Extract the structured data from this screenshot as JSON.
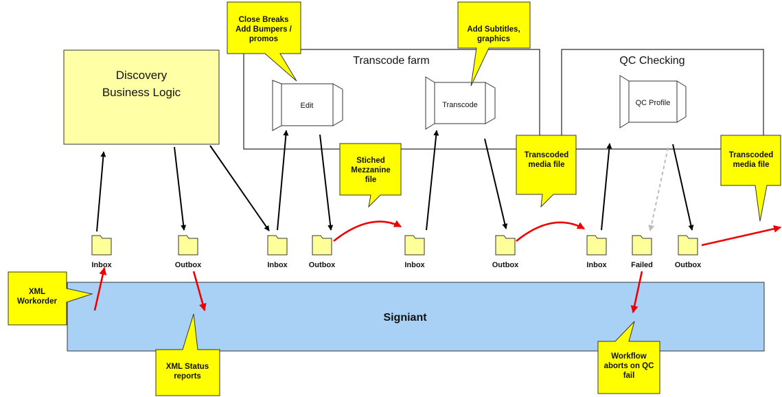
{
  "diagram": {
    "logic_box": {
      "line1": "Discovery",
      "line2": "Business Logic"
    },
    "transcode_farm": {
      "title": "Transcode farm"
    },
    "qc_checking": {
      "title": "QC Checking"
    },
    "signiant": {
      "label": "Signiant"
    },
    "processors": {
      "edit": "Edit",
      "transcode": "Transcode",
      "qc_profile": "QC Profile"
    },
    "folders": [
      {
        "label": "Inbox"
      },
      {
        "label": "Outbox"
      },
      {
        "label": "Inbox"
      },
      {
        "label": "Outbox"
      },
      {
        "label": "Inbox"
      },
      {
        "label": "Outbox"
      },
      {
        "label": "Inbox"
      },
      {
        "label": "Failed"
      },
      {
        "label": "Outbox"
      }
    ],
    "callouts": {
      "close_breaks": [
        "Close Breaks",
        "Add Bumpers /",
        "promos"
      ],
      "add_subtitles": [
        "Add Subtitles,",
        "graphics"
      ],
      "stiched": [
        "Stiched",
        "Mezzanine",
        "file"
      ],
      "transcoded_1": [
        "Transcoded",
        "media file"
      ],
      "transcoded_2": [
        "Transcoded",
        "media file"
      ],
      "xml_workorder": [
        "XML",
        "Workorder"
      ],
      "xml_status": [
        "XML Status",
        "reports"
      ],
      "workflow_aborts": [
        "Workflow",
        "aborts on QC",
        "fail"
      ]
    },
    "colors": {
      "logic_fill": "#ffffa6",
      "signiant_fill": "#a9d0f5",
      "callout_fill": "#ffff00",
      "folder_fill": "#ffff99",
      "flow_arrow": "#000000",
      "transfer_arrow": "#ee0000",
      "failure_arrow": "#bbbbbb"
    }
  }
}
